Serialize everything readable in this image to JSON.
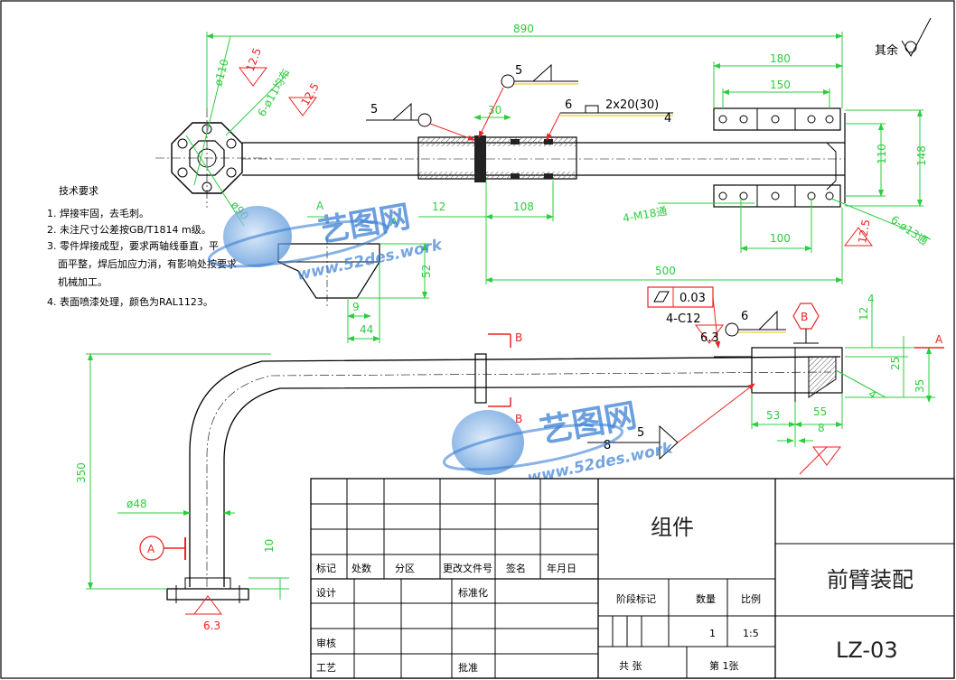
{
  "drawing": {
    "dims": {
      "overall_890": "890",
      "d180": "180",
      "d150": "150",
      "d110": "110",
      "d148": "148",
      "d100": "100",
      "d500": "500",
      "d108": "108",
      "d30": "30",
      "d52": "52",
      "d9": "9",
      "d44": "44",
      "d350": "350",
      "d48": "ø48",
      "d10": "10",
      "d53": "53",
      "d55": "55",
      "d25": "25",
      "d35": "35",
      "d12": "12",
      "d4a": "4",
      "d8": "8",
      "d4c": "4",
      "d110b": "ø110",
      "holes6": "6-ø11均布",
      "holes6b": "6-ø13通",
      "m18": "4-M18通",
      "d90": "ø90",
      "r12": "12"
    },
    "roughness": {
      "r125a": "12.5",
      "r125b": "12.5",
      "r125c": "12.5",
      "r63a": "6.3",
      "r63b": "6.3",
      "rest": "其余"
    },
    "weld": {
      "w5a": "5",
      "w5b": "5",
      "w6a": "6",
      "w6b": "6",
      "w2x20": "2x20(30)",
      "w4": "4",
      "w5c": "5",
      "w8": "8"
    },
    "section_labels": {
      "A1": "A",
      "A2": "A",
      "A3": "A",
      "B1": "B",
      "B2": "B",
      "B3": "B"
    },
    "tolerance": {
      "flatness": "0.03",
      "c12": "4-C12"
    },
    "notes": {
      "title": "技术要求",
      "n1": "1. 焊接牢固，去毛刺。",
      "n2": "2. 未注尺寸公差按GB/T1814 m级。",
      "n3a": "3. 零件焊接成型，要求两轴线垂直，平",
      "n3b": "面平整，焊后加应力消，有影响处按要求",
      "n3c": "机械加工。",
      "n4": "4. 表面喷漆处理，颜色为RAL1123。"
    }
  },
  "title_block": {
    "part_type": "组件",
    "name": "前臂装配",
    "code": "LZ-03",
    "row_labels": {
      "mark": "标记",
      "count": "处数",
      "zone": "分区",
      "doc": "更改文件号",
      "sign": "签名",
      "date": "年月日",
      "design": "设计",
      "std": "标准化",
      "review": "审核",
      "process": "工艺",
      "approve": "批准"
    },
    "stage_label": "阶段标记",
    "qty_label": "数量",
    "scale_label": "比例",
    "qty": "1",
    "scale": "1:5",
    "total_sheets": "共  张",
    "sheet_no": "第 1张"
  },
  "watermark": {
    "brand": "艺图网",
    "url": "www.52des.work"
  }
}
